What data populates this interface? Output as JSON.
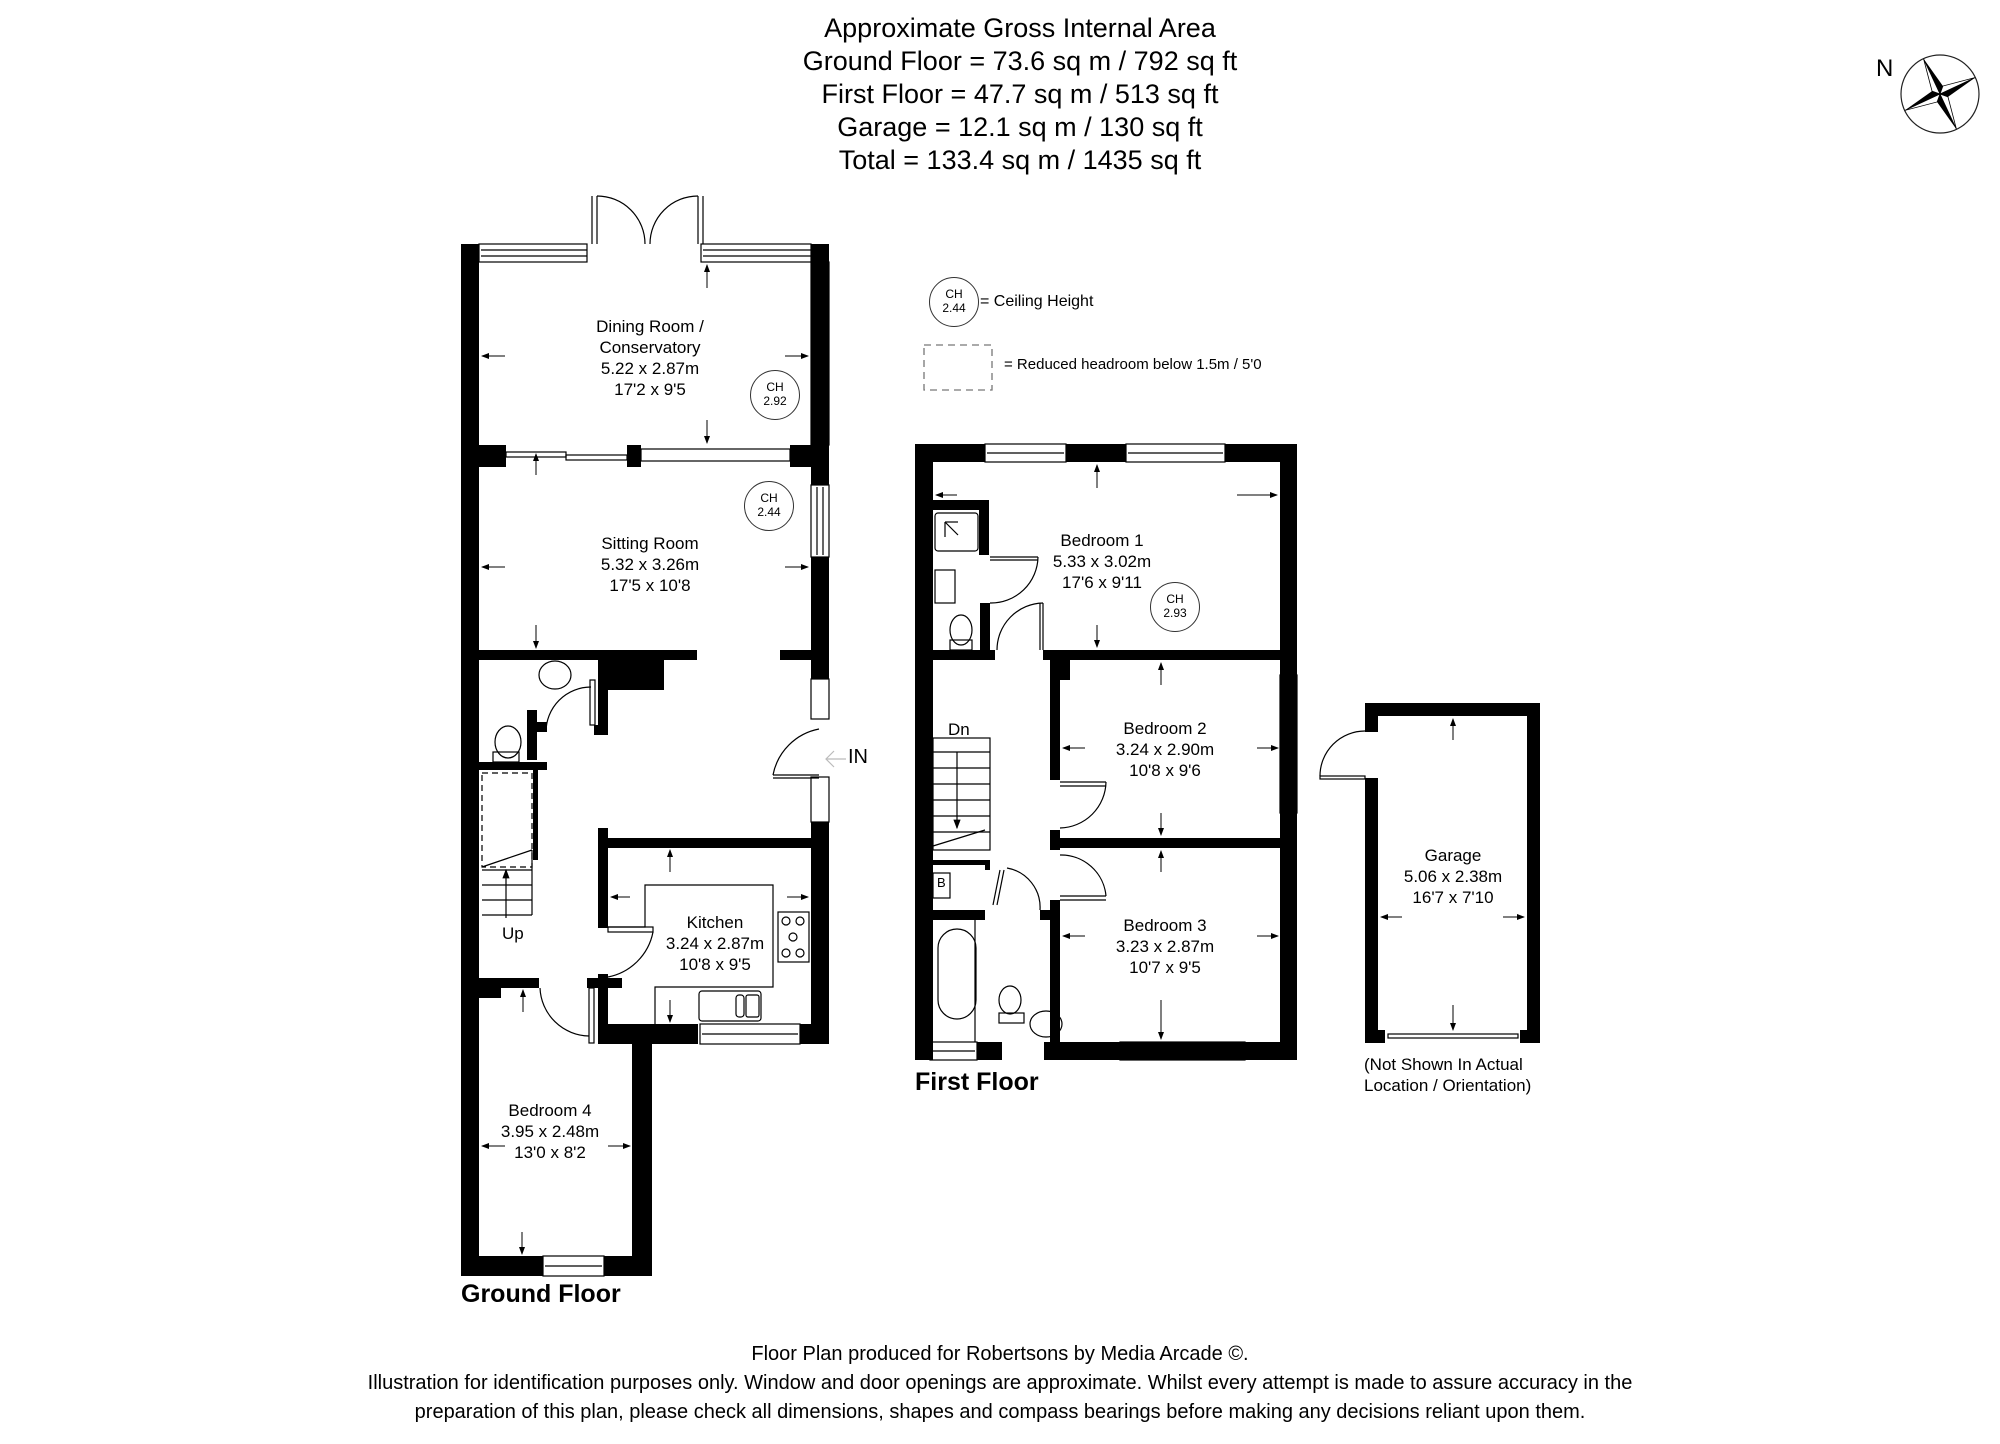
{
  "header": {
    "title": "Approximate Gross Internal Area",
    "lines": [
      "Ground Floor = 73.6 sq m / 792 sq ft",
      "First Floor = 47.7 sq m / 513 sq ft",
      "Garage = 12.1 sq m / 130 sq ft",
      "Total = 133.4 sq m / 1435 sq ft"
    ]
  },
  "compass": {
    "label": "N",
    "icon": "compass-rose-icon"
  },
  "legend": {
    "ceiling_height_badge": {
      "label": "CH",
      "value": "2.44"
    },
    "ceiling_height_text": "= Ceiling Height",
    "reduced_headroom_text": "= Reduced headroom below 1.5m / 5'0"
  },
  "ground_floor": {
    "title": "Ground Floor",
    "entrance_label": "IN",
    "stairs_label": "Up",
    "rooms": [
      {
        "name": "Dining Room / Conservatory",
        "name_line1": "Dining Room /",
        "name_line2": "Conservatory",
        "metric": "5.22 x 2.87m",
        "imperial": "17'2 x 9'5",
        "ceiling_height": "2.92"
      },
      {
        "name": "Sitting Room",
        "metric": "5.32 x 3.26m",
        "imperial": "17'5 x 10'8",
        "ceiling_height": "2.44"
      },
      {
        "name": "Kitchen",
        "metric": "3.24 x 2.87m",
        "imperial": "10'8 x 9'5"
      },
      {
        "name": "Bedroom 4",
        "metric": "3.95 x 2.48m",
        "imperial": "13'0 x 8'2"
      }
    ]
  },
  "first_floor": {
    "title": "First Floor",
    "stairs_label": "Dn",
    "boiler_label": "B",
    "rooms": [
      {
        "name": "Bedroom 1",
        "metric": "5.33 x 3.02m",
        "imperial": "17'6 x 9'11",
        "ceiling_height": "2.93"
      },
      {
        "name": "Bedroom 2",
        "metric": "3.24 x 2.90m",
        "imperial": "10'8 x 9'6"
      },
      {
        "name": "Bedroom 3",
        "metric": "3.23 x 2.87m",
        "imperial": "10'7 x 9'5"
      }
    ]
  },
  "garage": {
    "name": "Garage",
    "metric": "5.06 x 2.38m",
    "imperial": "16'7 x 7'10",
    "note_line1": "(Not Shown In Actual",
    "note_line2": "Location / Orientation)"
  },
  "ch_label": "CH",
  "footer": {
    "line1": "Floor Plan produced for Robertsons by Media Arcade ©.",
    "line2": "Illustration for identification purposes only. Window and door openings are approximate. Whilst every attempt is made to assure accuracy in the",
    "line3": "preparation of this plan, please check all dimensions, shapes and compass bearings before making any decisions reliant upon them."
  }
}
